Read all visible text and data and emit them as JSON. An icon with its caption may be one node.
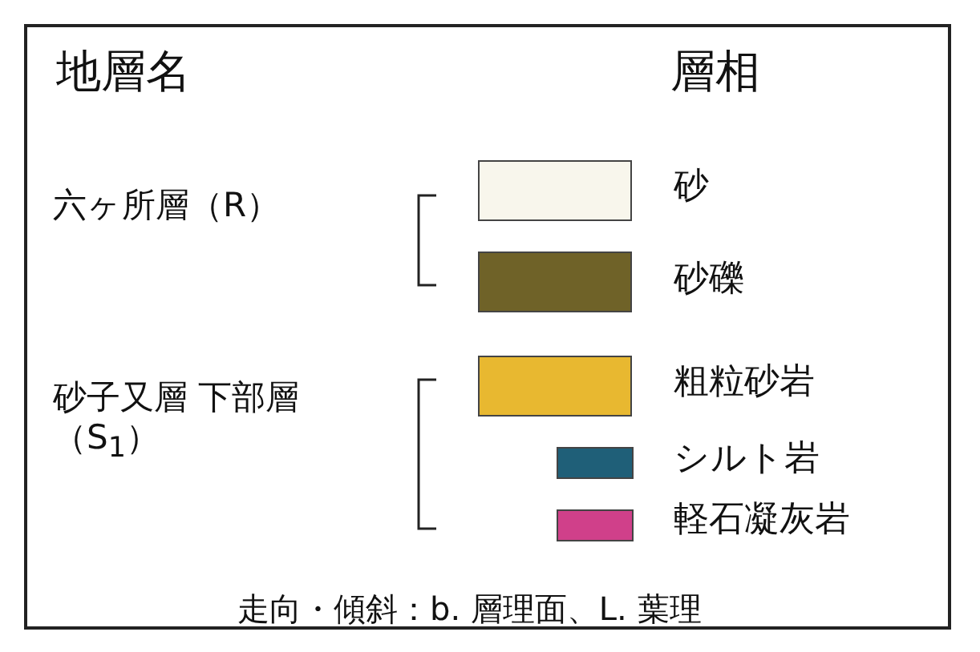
{
  "diagram": {
    "labels": [
      "地層名",
      "層相",
      "六ヶ所層（R）",
      "砂子又層 下部層（S$_{1}$）",
      "走向・傾斜：b. 層理面、L. 葉理"
    ],
    "legend": [
      {
        "text": "砂",
        "color": "#f8f6ec"
      },
      {
        "text": "砂礫",
        "color": "#6f6228"
      },
      {
        "text": "粗粒砂岩",
        "color": "#e8b830"
      },
      {
        "text": "シルト岩",
        "color": "#1f5f78"
      },
      {
        "text": "軽石凝灰岩",
        "color": "#d0408a"
      }
    ]
  }
}
